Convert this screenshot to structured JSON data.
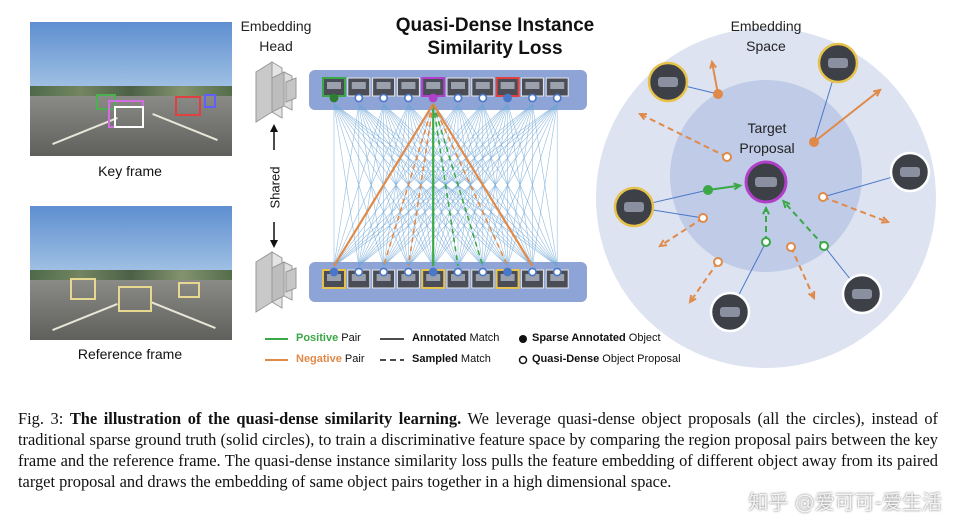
{
  "labels": {
    "key_frame": "Key frame",
    "reference_frame": "Reference frame",
    "embedding_head_line1": "Embedding",
    "embedding_head_line2": "Head",
    "shared": "Shared",
    "title_line1": "Quasi-Dense Instance",
    "title_line2": "Similarity Loss",
    "embedding_space_line1": "Embedding",
    "embedding_space_line2": "Space",
    "target_line1": "Target",
    "target_line2": "Proposal"
  },
  "legend": {
    "positive_bold": "Positive",
    "positive_rest": " Pair",
    "negative_bold": "Negative",
    "negative_rest": " Pair",
    "annotated_bold": "Annotated",
    "annotated_rest": " Match",
    "sampled_bold": "Sampled",
    "sampled_rest": " Match",
    "sparse_bold": "Sparse Annotated",
    "sparse_rest": " Object",
    "quasi_bold": "Quasi-Dense",
    "quasi_rest": " Object Proposal"
  },
  "caption": {
    "prefix": "Fig. 3: ",
    "bold": "The illustration of the quasi-dense similarity learning.",
    "body": " We leverage quasi-dense object proposals (all the circles), instead of traditional sparse ground truth (solid circles), to train a discriminative feature space by comparing the region proposal pairs between the key frame and the reference frame. The quasi-dense instance similarity loss pulls the feature embedding of different object away from its paired target proposal and draws the embedding of same object pairs together in a high dimensional space."
  },
  "watermark": "知乎 @爱可可-爱生活",
  "colors": {
    "positive": "#3aa845",
    "negative": "#e08a4a",
    "blue_line": "#4a78c9",
    "panel": "#8ea3d6",
    "target": "#b040c8",
    "yellow": "#e7c24a"
  }
}
